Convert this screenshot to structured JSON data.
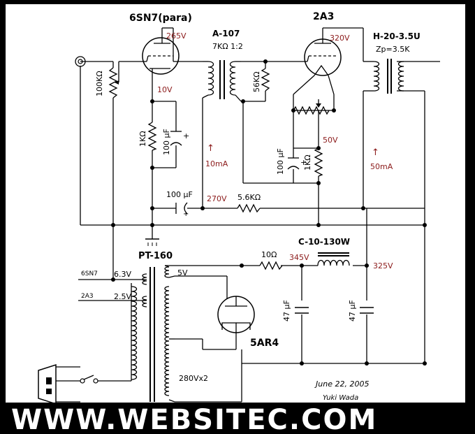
{
  "tubes": {
    "driver": "6SN7(para)",
    "output": "2A3",
    "rectifier": "5AR4"
  },
  "transformers": {
    "interstage": "A-107",
    "interstage_ratio": "7KΩ 1:2",
    "output": "H-20-3.5U",
    "output_zp": "Zp=3.5K",
    "power": "PT-160",
    "choke": "C-10-130W"
  },
  "voltages": {
    "driver_plate": "265V",
    "driver_cathode": "10V",
    "output_plate": "320V",
    "output_bias": "50V",
    "b_plus_driver": "270V",
    "rect_out": "345V",
    "b_plus": "325V",
    "heater_6sn7": "6.3V",
    "heater_2a3": "2.5V",
    "heater_5ar4": "5V",
    "ht_secondary": "280Vx2"
  },
  "currents": {
    "driver": "10mA",
    "output": "50mA",
    "arrow": "↑"
  },
  "components": {
    "volume_pot": "100KΩ",
    "driver_cathode_r": "1KΩ",
    "driver_cathode_c": "100 μF",
    "grid_r": "56KΩ",
    "output_cathode_c": "100 μF",
    "output_cathode_r": "1KΩ",
    "decouple_c": "100 μF",
    "decouple_r": "5.6KΩ",
    "rect_r": "10Ω",
    "filter_c1": "47 μF",
    "filter_c2": "47 μF"
  },
  "heater_labels": {
    "a": "6SN7",
    "b": "2A3"
  },
  "footer": {
    "date": "June 22, 2005",
    "signature": "Yuki Wada",
    "watermark": "WWW.WEBSITEC.COM"
  }
}
